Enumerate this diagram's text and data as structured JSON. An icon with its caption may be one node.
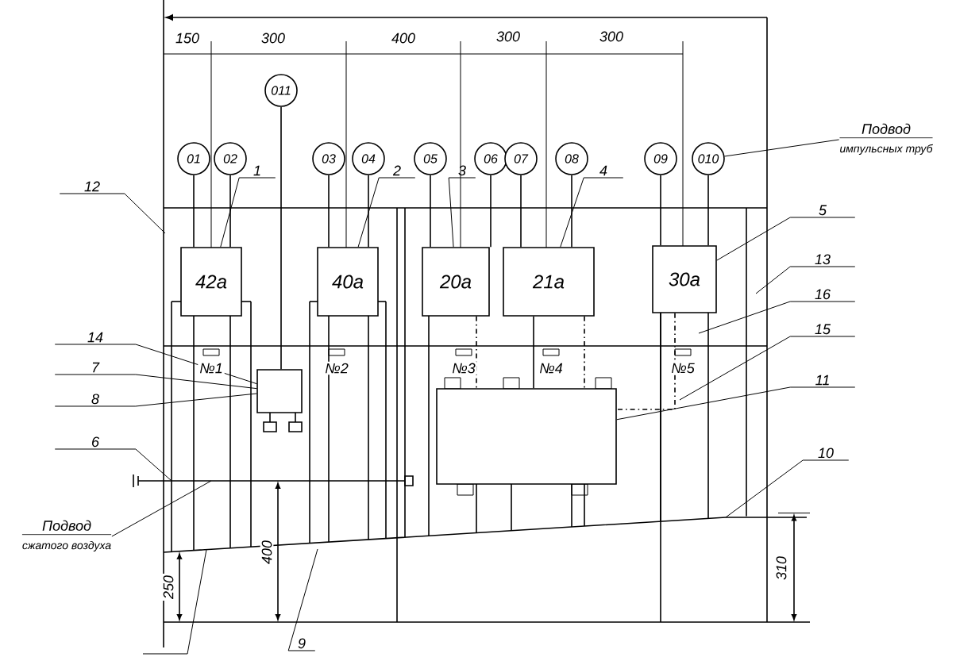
{
  "diagram": {
    "nodes": [
      {
        "text": [
          "01"
        ]
      },
      {
        "text": [
          "02"
        ]
      },
      {
        "text": [
          "03"
        ]
      },
      {
        "text": [
          "04"
        ]
      },
      {
        "text": [
          "05"
        ]
      },
      {
        "text": [
          "06"
        ]
      },
      {
        "text": [
          "07"
        ]
      },
      {
        "text": [
          "08"
        ]
      },
      {
        "text": [
          "09"
        ]
      },
      {
        "text": [
          "010"
        ]
      },
      {
        "text": [
          "011"
        ]
      },
      {
        "text": [
          "42а"
        ]
      },
      {
        "text": [
          "40а"
        ]
      },
      {
        "text": [
          "20а"
        ]
      },
      {
        "text": [
          "21а"
        ]
      },
      {
        "text": [
          "30а"
        ]
      },
      {
        "text": [],
        "shape": "box"
      },
      {
        "text": [],
        "shape": "box"
      },
      {
        "text": [
          "1"
        ]
      },
      {
        "text": [
          "2"
        ]
      },
      {
        "text": [
          "3"
        ]
      },
      {
        "text": [
          "4"
        ]
      },
      {
        "text": [
          "5"
        ]
      },
      {
        "text": [
          "6"
        ]
      },
      {
        "text": [
          "7"
        ]
      },
      {
        "text": [
          "8"
        ]
      },
      {
        "text": [
          "9"
        ]
      },
      {
        "text": [
          "10"
        ]
      },
      {
        "text": [
          "11"
        ]
      },
      {
        "text": [
          "12"
        ]
      },
      {
        "text": [
          "13"
        ]
      },
      {
        "text": [
          "14"
        ]
      },
      {
        "text": [
          "15"
        ]
      },
      {
        "text": [
          "16"
        ]
      },
      {
        "text": [
          "Подвод",
          "импульсных труб"
        ]
      },
      {
        "text": [
          "Подвод",
          "сжатого воздуха"
        ]
      }
    ],
    "edges": [
      {
        "from": 0,
        "to": 11,
        "arrow": "none"
      },
      {
        "from": 1,
        "to": 11,
        "arrow": "none"
      },
      {
        "from": 2,
        "to": 12,
        "arrow": "none"
      },
      {
        "from": 3,
        "to": 12,
        "arrow": "none"
      },
      {
        "from": 4,
        "to": 13,
        "arrow": "none"
      },
      {
        "from": 5,
        "to": 13,
        "arrow": "none"
      },
      {
        "from": 6,
        "to": 14,
        "arrow": "none"
      },
      {
        "from": 7,
        "to": 14,
        "arrow": "none"
      },
      {
        "from": 8,
        "to": 15,
        "arrow": "none"
      },
      {
        "from": 9,
        "to": 15,
        "arrow": "none"
      },
      {
        "from": 10,
        "to": 16,
        "arrow": "none"
      },
      {
        "from": 18,
        "to": 11,
        "arrow": "none"
      },
      {
        "from": 19,
        "to": 12,
        "arrow": "none"
      },
      {
        "from": 20,
        "to": 13,
        "arrow": "none"
      },
      {
        "from": 21,
        "to": 14,
        "arrow": "none"
      },
      {
        "from": 22,
        "to": 15,
        "arrow": "none"
      },
      {
        "from": 23,
        "to": null,
        "arrow": "none"
      },
      {
        "from": 24,
        "to": 16,
        "arrow": "none"
      },
      {
        "from": 25,
        "to": 16,
        "arrow": "none"
      },
      {
        "from": 26,
        "to": null,
        "arrow": "none"
      },
      {
        "from": 27,
        "to": null,
        "arrow": "none"
      },
      {
        "from": 28,
        "to": 17,
        "arrow": "none"
      },
      {
        "from": 29,
        "to": null,
        "arrow": "none"
      },
      {
        "from": 30,
        "to": null,
        "arrow": "none"
      },
      {
        "from": 31,
        "to": 16,
        "arrow": "none"
      },
      {
        "from": 32,
        "to": null,
        "arrow": "none"
      },
      {
        "from": 33,
        "to": null,
        "arrow": "none"
      },
      {
        "from": 34,
        "to": 9,
        "arrow": "none"
      },
      {
        "from": 35,
        "to": null,
        "arrow": "none"
      },
      {
        "from": 13,
        "to": 17,
        "arrow": "none",
        "style": "dashed"
      },
      {
        "from": 14,
        "to": 17,
        "arrow": "none"
      },
      {
        "from": 14,
        "to": 17,
        "arrow": "none",
        "style": "dashed"
      },
      {
        "from": 15,
        "to": 17,
        "arrow": "none",
        "style": "dashed"
      }
    ],
    "labels": [
      "150",
      "300",
      "400",
      "300",
      "300",
      "№1",
      "№2",
      "№3",
      "№4",
      "№5",
      "250",
      "400",
      "310"
    ]
  }
}
